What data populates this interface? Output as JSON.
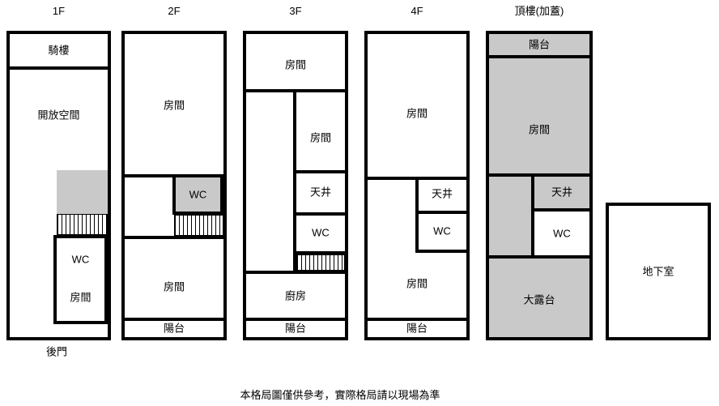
{
  "page": {
    "disclaimer": "本格局圖僅供參考，實際格局請以現場為準"
  },
  "colors": {
    "wall": "#000000",
    "gray_fill": "#c9c9c9",
    "background": "#ffffff"
  },
  "floors": {
    "f1": {
      "title": "1F",
      "arcade": "騎樓",
      "open_space": "開放空間",
      "wc": "WC",
      "room": "房間",
      "back_door": "後門"
    },
    "f2": {
      "title": "2F",
      "room_top": "房間",
      "wc": "WC",
      "room_bottom": "房間",
      "balcony": "陽台"
    },
    "f3": {
      "title": "3F",
      "room_top": "房間",
      "room_mid": "房間",
      "light_well": "天井",
      "wc": "WC",
      "kitchen": "廚房",
      "balcony": "陽台"
    },
    "f4": {
      "title": "4F",
      "room_top": "房間",
      "light_well": "天井",
      "wc": "WC",
      "room_bottom": "房間",
      "balcony": "陽台"
    },
    "roof": {
      "title": "頂樓(加蓋)",
      "balcony": "陽台",
      "room": "房間",
      "light_well": "天井",
      "wc": "WC",
      "terrace": "大露台"
    },
    "basement": {
      "label": "地下室"
    }
  }
}
